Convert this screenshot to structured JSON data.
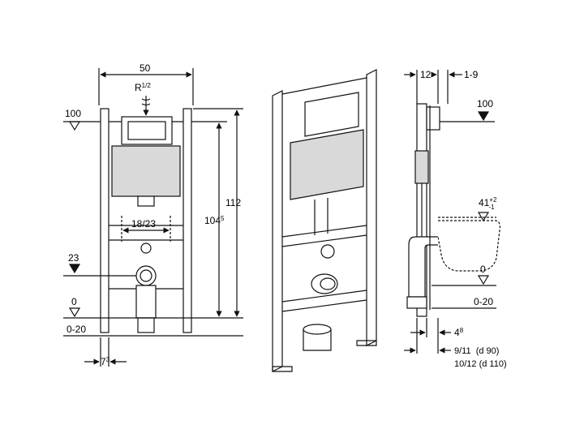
{
  "front_view": {
    "width_label": "50",
    "inlet_label_main": "R",
    "inlet_label_frac": "1/2",
    "top_level_label": "100",
    "inner_height_main": "104",
    "inner_height_sup": "5",
    "total_height_label": "112",
    "center_spacing_label": "18/23",
    "waste_level_label": "23",
    "floor_label": "0",
    "floor_offset_label": "0-20",
    "foot_main": "7",
    "foot_sup": "3"
  },
  "side_view": {
    "depth_label": "12",
    "depth_range_label": "1-9",
    "top_level_label": "100",
    "seat_main": "41",
    "seat_sup": "+2",
    "seat_sub": "-1",
    "floor_label": "0",
    "floor_offset_label": "0-20",
    "bottom_main": "4",
    "bottom_sup": "8",
    "outlet_label_1": "9/11  (d 90)",
    "outlet_label_2": "10/12 (d 110)"
  },
  "colors": {
    "line": "#111111",
    "panel": "#d9d9d9",
    "dash": "#555555"
  }
}
